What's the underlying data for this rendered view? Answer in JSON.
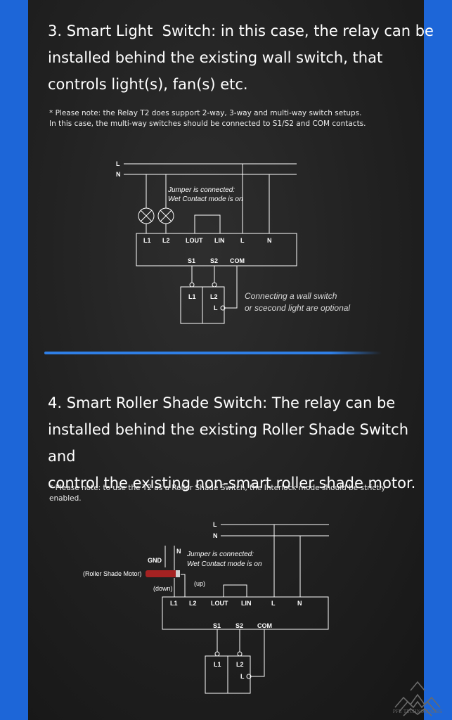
{
  "section3": {
    "heading_line1": "3. Smart Light  Switch: in this case, the relay can be",
    "heading_line2": "installed behind the existing wall switch, that",
    "heading_line3": "controls light(s), fan(s) etc.",
    "note_line1": "* Please note: the Relay T2 does support 2-way, 3-way and multi-way switch setups.",
    "note_line2": "In this case, the multi-way switches should be connected to S1/S2 and COM contacts.",
    "diagram": {
      "line_l": "L",
      "line_n": "N",
      "jumper_line1": "Jumper is connected:",
      "jumper_line2": "Wet Contact mode is on",
      "terminals_top": [
        "L1",
        "L2",
        "LOUT",
        "LIN",
        "L",
        "N"
      ],
      "terminals_bottom": [
        "S1",
        "S2",
        "COM"
      ],
      "switch_labels": [
        "L1",
        "L2",
        "L"
      ],
      "optional_line1": "Connecting a wall switch",
      "optional_line2": "or scecond light are optional"
    }
  },
  "section4": {
    "heading_line1": "4. Smart Roller Shade Switch: The relay can be",
    "heading_line2": "installed behind the existing Roller Shade Switch and",
    "heading_line3": "control the existing non-smart roller shade motor.",
    "note": "* Please note: to use the T2 as a Roller Shade Switch, the Interlock mode should be strictly enabled.",
    "diagram": {
      "line_l": "L",
      "line_n": "N",
      "gnd": "GND",
      "n_wire": "N",
      "motor": "(Roller Shade Motor)",
      "down": "(down)",
      "up": "(up)",
      "jumper_line1": "Jumper is connected:",
      "jumper_line2": "Wet Contact mode is on",
      "terminals_top": [
        "L1",
        "L2",
        "LOUT",
        "LIN",
        "L",
        "N"
      ],
      "terminals_bottom": [
        "S1",
        "S2",
        "COM"
      ],
      "switch_labels": [
        "L1",
        "L2",
        "L"
      ]
    }
  },
  "logo": {
    "text": "PFE TECHNOLOGIES",
    "icon": "mountain-logo-icon"
  },
  "colors": {
    "accent": "#1d66d8",
    "divider": "#2f7fe6",
    "line": "#ffffff",
    "motor": "#a52222"
  }
}
